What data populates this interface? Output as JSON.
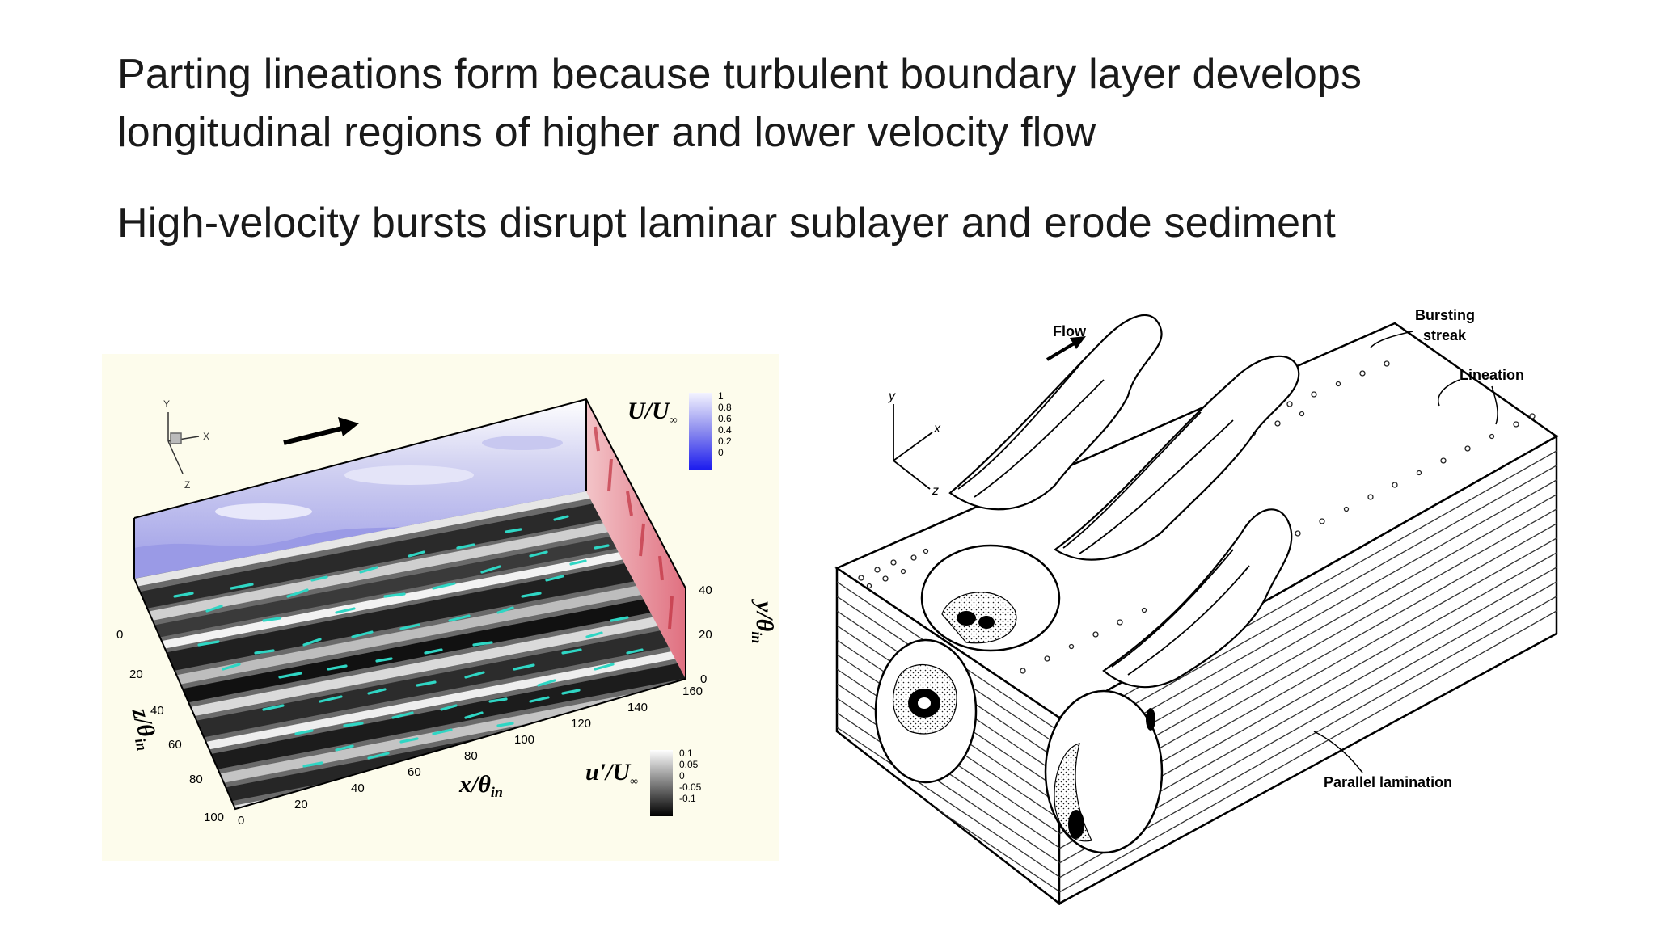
{
  "slide": {
    "heading_line1": "Parting lineations form because turbulent boundary layer develops",
    "heading_line2": "longitudinal regions of higher and lower velocity flow",
    "bullet": "High-velocity bursts disrupt laminar sublayer and erode sediment"
  },
  "sim_figure": {
    "axes_triad": {
      "y": "Y",
      "x": "X",
      "z": "Z"
    },
    "colorbar_top": {
      "label_main": "U/U",
      "label_sub": "∞",
      "ticks": [
        "1",
        "0.8",
        "0.6",
        "0.4",
        "0.2",
        "0"
      ]
    },
    "colorbar_bottom": {
      "label_main": "u'/U",
      "label_sub": "∞",
      "ticks": [
        "0.1",
        "0.05",
        "0",
        "-0.05",
        "-0.1"
      ]
    },
    "x_axis": {
      "label_main": "x/θ",
      "label_sub": "in",
      "ticks": [
        "0",
        "20",
        "40",
        "60",
        "80",
        "100",
        "120",
        "140",
        "160"
      ]
    },
    "z_axis": {
      "label_main": "z/θ",
      "label_sub": "in",
      "ticks": [
        "0",
        "20",
        "40",
        "60",
        "80",
        "100"
      ]
    },
    "y_axis": {
      "label_main": "y/θ",
      "label_sub": "in",
      "ticks": [
        "40",
        "20",
        "0"
      ]
    },
    "colors": {
      "background": "#fdfcec",
      "wall_blue": "#b8b8ec",
      "streak_cyan": "#2fd6c4",
      "side_red": "#d94a5a"
    }
  },
  "block_figure": {
    "flow_label": "Flow",
    "bursting_label_line1": "Bursting",
    "bursting_label_line2": "streak",
    "lineation_label": "Lineation",
    "lamination_label": "Parallel lamination",
    "axes": {
      "y": "y",
      "x": "x",
      "z": "z"
    }
  }
}
